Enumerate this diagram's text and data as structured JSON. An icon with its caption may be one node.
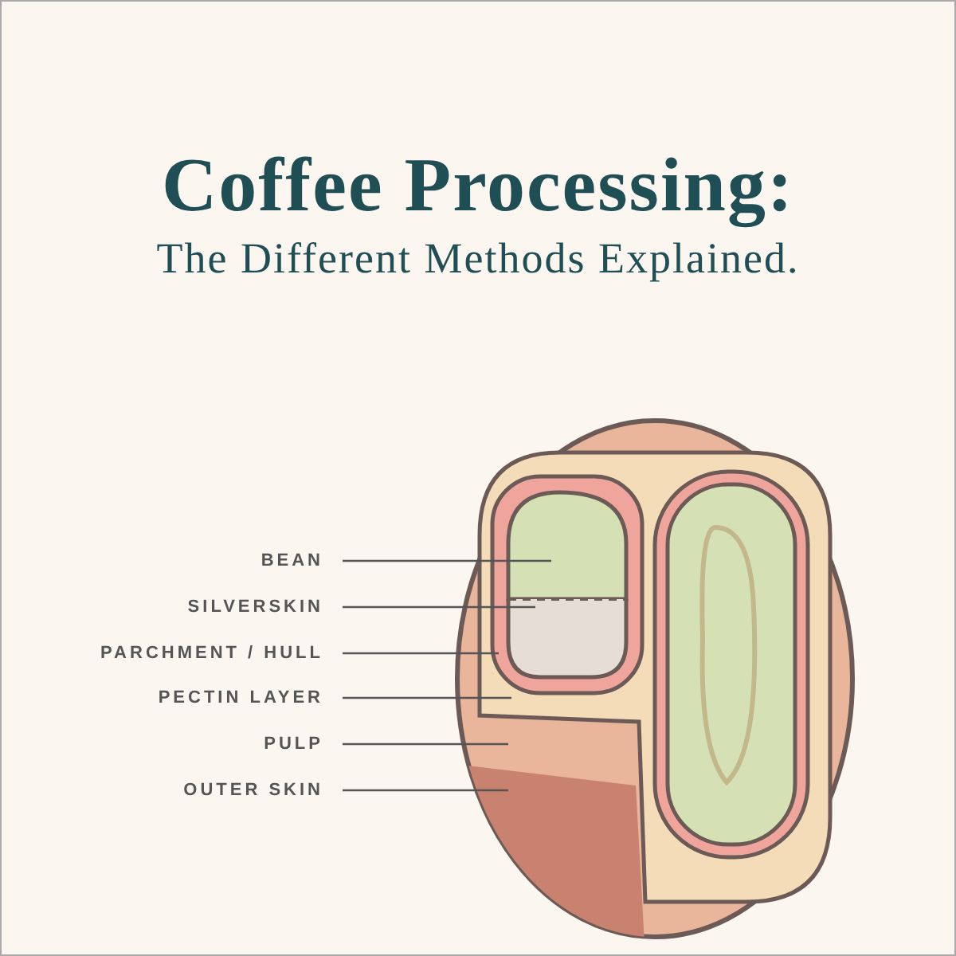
{
  "diagram": {
    "title": "Coffee Processing:",
    "nodes": [
      {
        "text": [
          "BEAN"
        ]
      },
      {
        "text": [
          "SILVERSKIN"
        ]
      },
      {
        "text": [
          "PARCHMENT / HULL"
        ]
      },
      {
        "text": [
          "PECTIN LAYER"
        ]
      },
      {
        "text": [
          "PULP"
        ]
      },
      {
        "text": [
          "OUTER SKIN"
        ]
      },
      {
        "text": [],
        "shape": "picture",
        "in": 8
      },
      {
        "text": [],
        "shape": "picture",
        "in": 8
      },
      {
        "text": [],
        "shape": "picture",
        "in": 9
      },
      {
        "text": [],
        "shape": "picture",
        "in": 10
      },
      {
        "text": [],
        "shape": "picture"
      },
      {
        "text": [],
        "shape": "picture"
      }
    ],
    "edges": [
      {
        "from": 0,
        "to": 6,
        "arrow": "none"
      },
      {
        "from": 1,
        "to": 7,
        "arrow": "none"
      },
      {
        "from": 2,
        "to": 8,
        "arrow": "none"
      },
      {
        "from": 3,
        "to": 9,
        "arrow": "none"
      },
      {
        "from": 4,
        "to": 10,
        "arrow": "none"
      },
      {
        "from": 5,
        "to": 11,
        "arrow": "none"
      }
    ],
    "labels": [
      "The Different Methods Explained."
    ]
  }
}
